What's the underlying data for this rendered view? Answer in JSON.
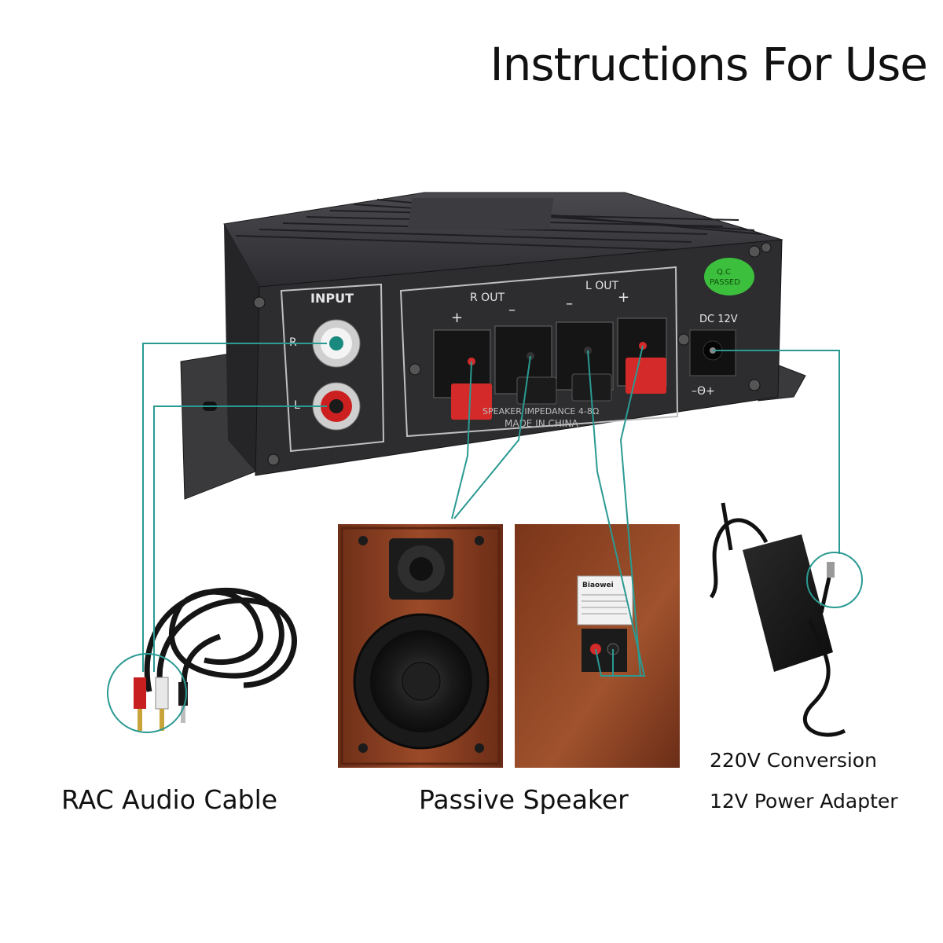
{
  "title": "Instructions For Use",
  "amplifier": {
    "input_label": "INPUT",
    "channel_r": "R",
    "channel_l": "L",
    "r_out": "R OUT",
    "l_out": "L OUT",
    "plus": "+",
    "minus": "–",
    "qc_line1": "Q.C",
    "qc_line2": "PASSED",
    "dc_label": "DC 12V",
    "polarity": "–Θ+",
    "made_in": "MADE IN CHINA",
    "impedance": "SPEAKER IMPEDANCE 4-8Ω"
  },
  "speaker_brand": "Biaowei",
  "captions": {
    "cable": "RAC Audio Cable",
    "speaker": "Passive Speaker",
    "adapter_line1": "220V Conversion",
    "adapter_line2": "12V Power Adapter"
  },
  "colors": {
    "connector_line": "#2a9a92",
    "amp_body": "#2b2b2d",
    "wood": "#8a3f22",
    "terminal_red": "#d42a2a"
  }
}
